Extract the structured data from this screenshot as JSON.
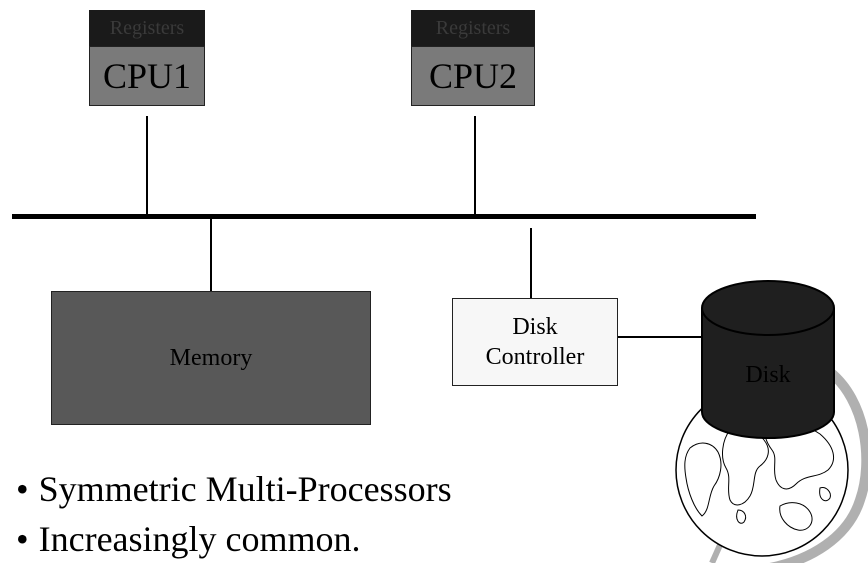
{
  "cpus": [
    {
      "label": "CPU1",
      "registers": "Registers"
    },
    {
      "label": "CPU2",
      "registers": "Registers"
    }
  ],
  "memory": {
    "label": "Memory"
  },
  "controller": {
    "line1": "Disk",
    "line2": "Controller"
  },
  "disk": {
    "label": "Disk"
  },
  "bullets": [
    "Symmetric Multi-Processors",
    "Increasingly common."
  ]
}
